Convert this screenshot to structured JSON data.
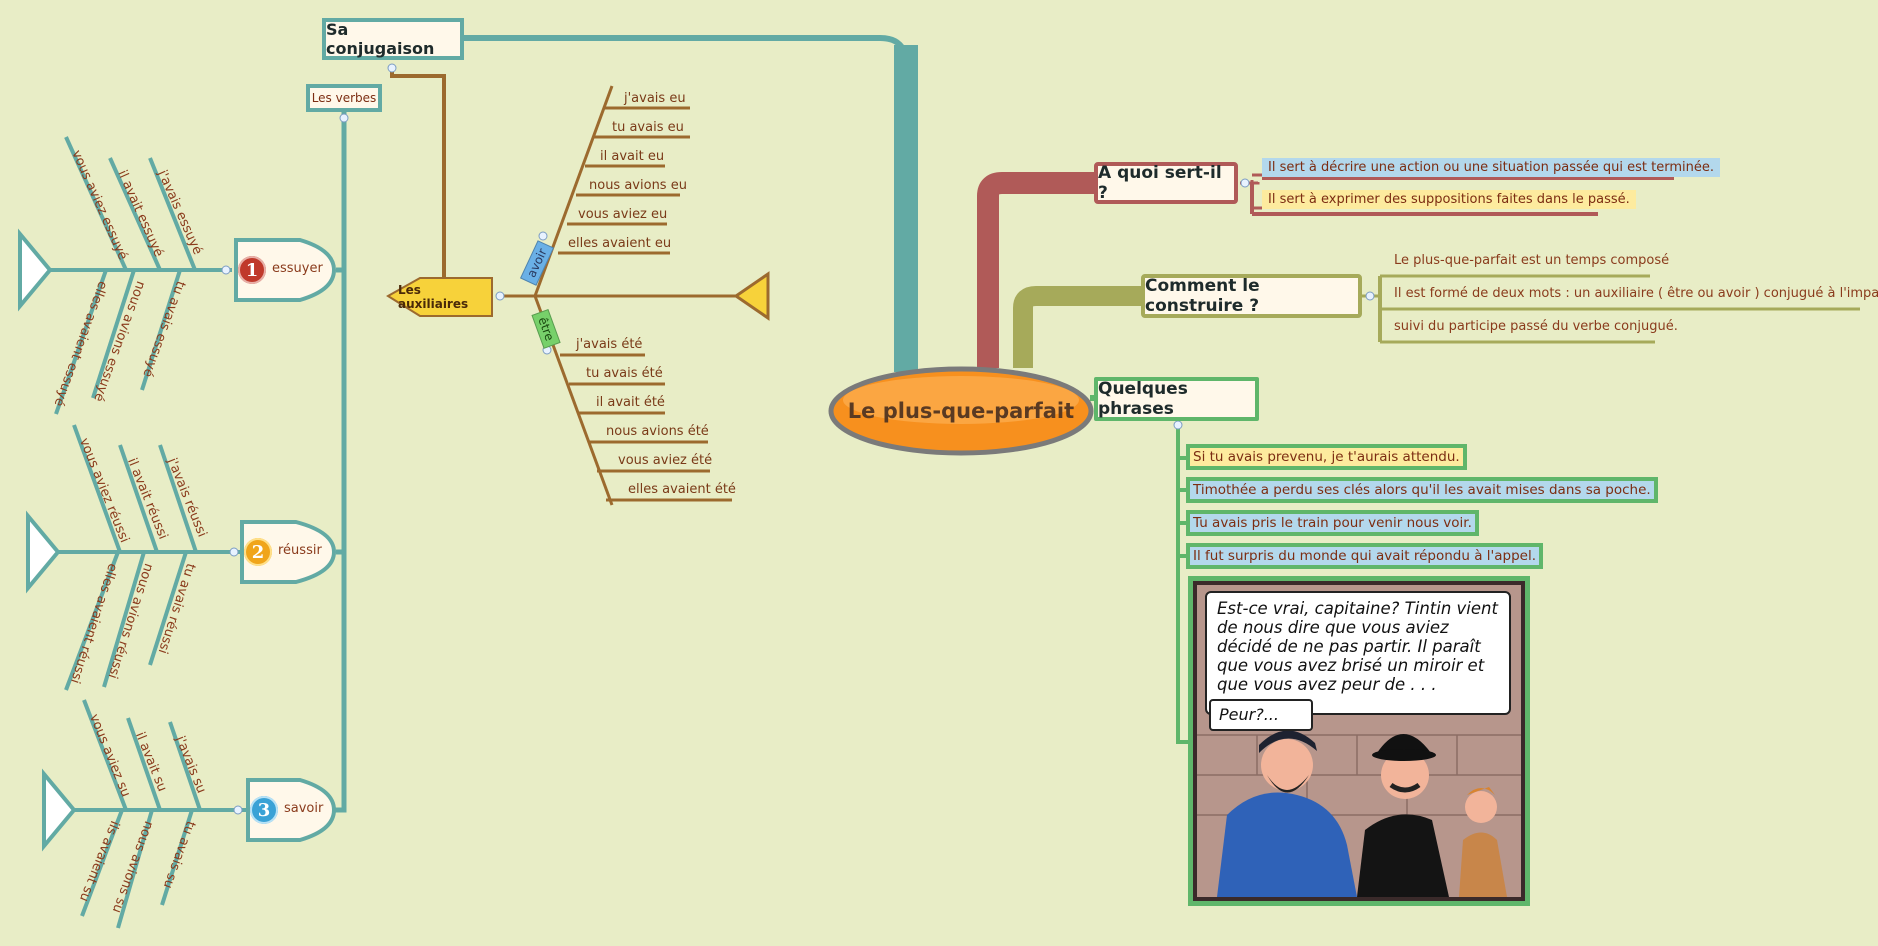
{
  "central": "Le plus-que-parfait",
  "branches": {
    "sert": {
      "title": "A quoi sert-il ?",
      "items": [
        "Il sert à décrire une action ou une situation passée qui est terminée.",
        "Il sert à exprimer des suppositions faites dans le passé."
      ]
    },
    "construire": {
      "title": "Comment le construire ?",
      "items": [
        "Le plus-que-parfait est un temps composé",
        "Il est formé de deux mots : un auxiliaire ( être ou avoir ) conjugué à l'imparfait",
        "suivi du participe passé du verbe conjugué."
      ]
    },
    "phrases": {
      "title": "Quelques phrases",
      "items": [
        "Si tu avais prevenu, je t'aurais attendu.",
        "Timothée a perdu ses clés alors qu'il les avait mises dans sa poche.",
        "Tu avais pris le train pour venir nous voir.",
        "Il fut surpris du monde qui avait répondu à l'appel."
      ],
      "comic": {
        "bubble": "Est-ce vrai, capitaine? Tintin vient de nous dire que vous aviez décidé de ne pas partir. Il paraît que vous avez brisé un miroir et que vous avez peur de . . .",
        "reply": "Peur?..."
      }
    },
    "conjugaison": {
      "title": "Sa conjugaison",
      "verbes": "Les verbes",
      "auxiliaires": {
        "title": "Les auxiliaires",
        "avoir_tag": "avoir",
        "etre_tag": "être",
        "avoir": [
          "j'avais eu",
          "tu avais eu",
          "il avait eu",
          "nous avions eu",
          "vous aviez eu",
          "elles avaient eu"
        ],
        "etre": [
          "j'avais été",
          "tu avais été",
          "il avait été",
          "nous avions été",
          "vous aviez été",
          "elles avaient été"
        ]
      },
      "verbs": [
        {
          "num": "1",
          "name": "essuyer",
          "top": [
            "vous aviez essuyé",
            "il avait essuyé",
            "j'avais essuyé"
          ],
          "bottom": [
            "elles avaient essuyé",
            "nous avions essuyé",
            "tu avais essuyé"
          ]
        },
        {
          "num": "2",
          "name": "réussir",
          "top": [
            "vous aviez réussi",
            "il avait réussi",
            "j'avais réussi"
          ],
          "bottom": [
            "elles avaient réussi",
            "nous avions réussi",
            "tu avais réussi"
          ]
        },
        {
          "num": "3",
          "name": "savoir",
          "top": [
            "vous aviez su",
            "il avait su",
            "j'avais su"
          ],
          "bottom": [
            "ils avaient su",
            "nous avions su",
            "tu avais su"
          ]
        }
      ]
    }
  },
  "colors": {
    "background": "#e8edc6",
    "teal": "#62aaa4",
    "brown": "#9c6a2e",
    "red": "#b05a58",
    "olive": "#a6aa5a",
    "green": "#5fb66a",
    "orange": "#f7901e"
  }
}
